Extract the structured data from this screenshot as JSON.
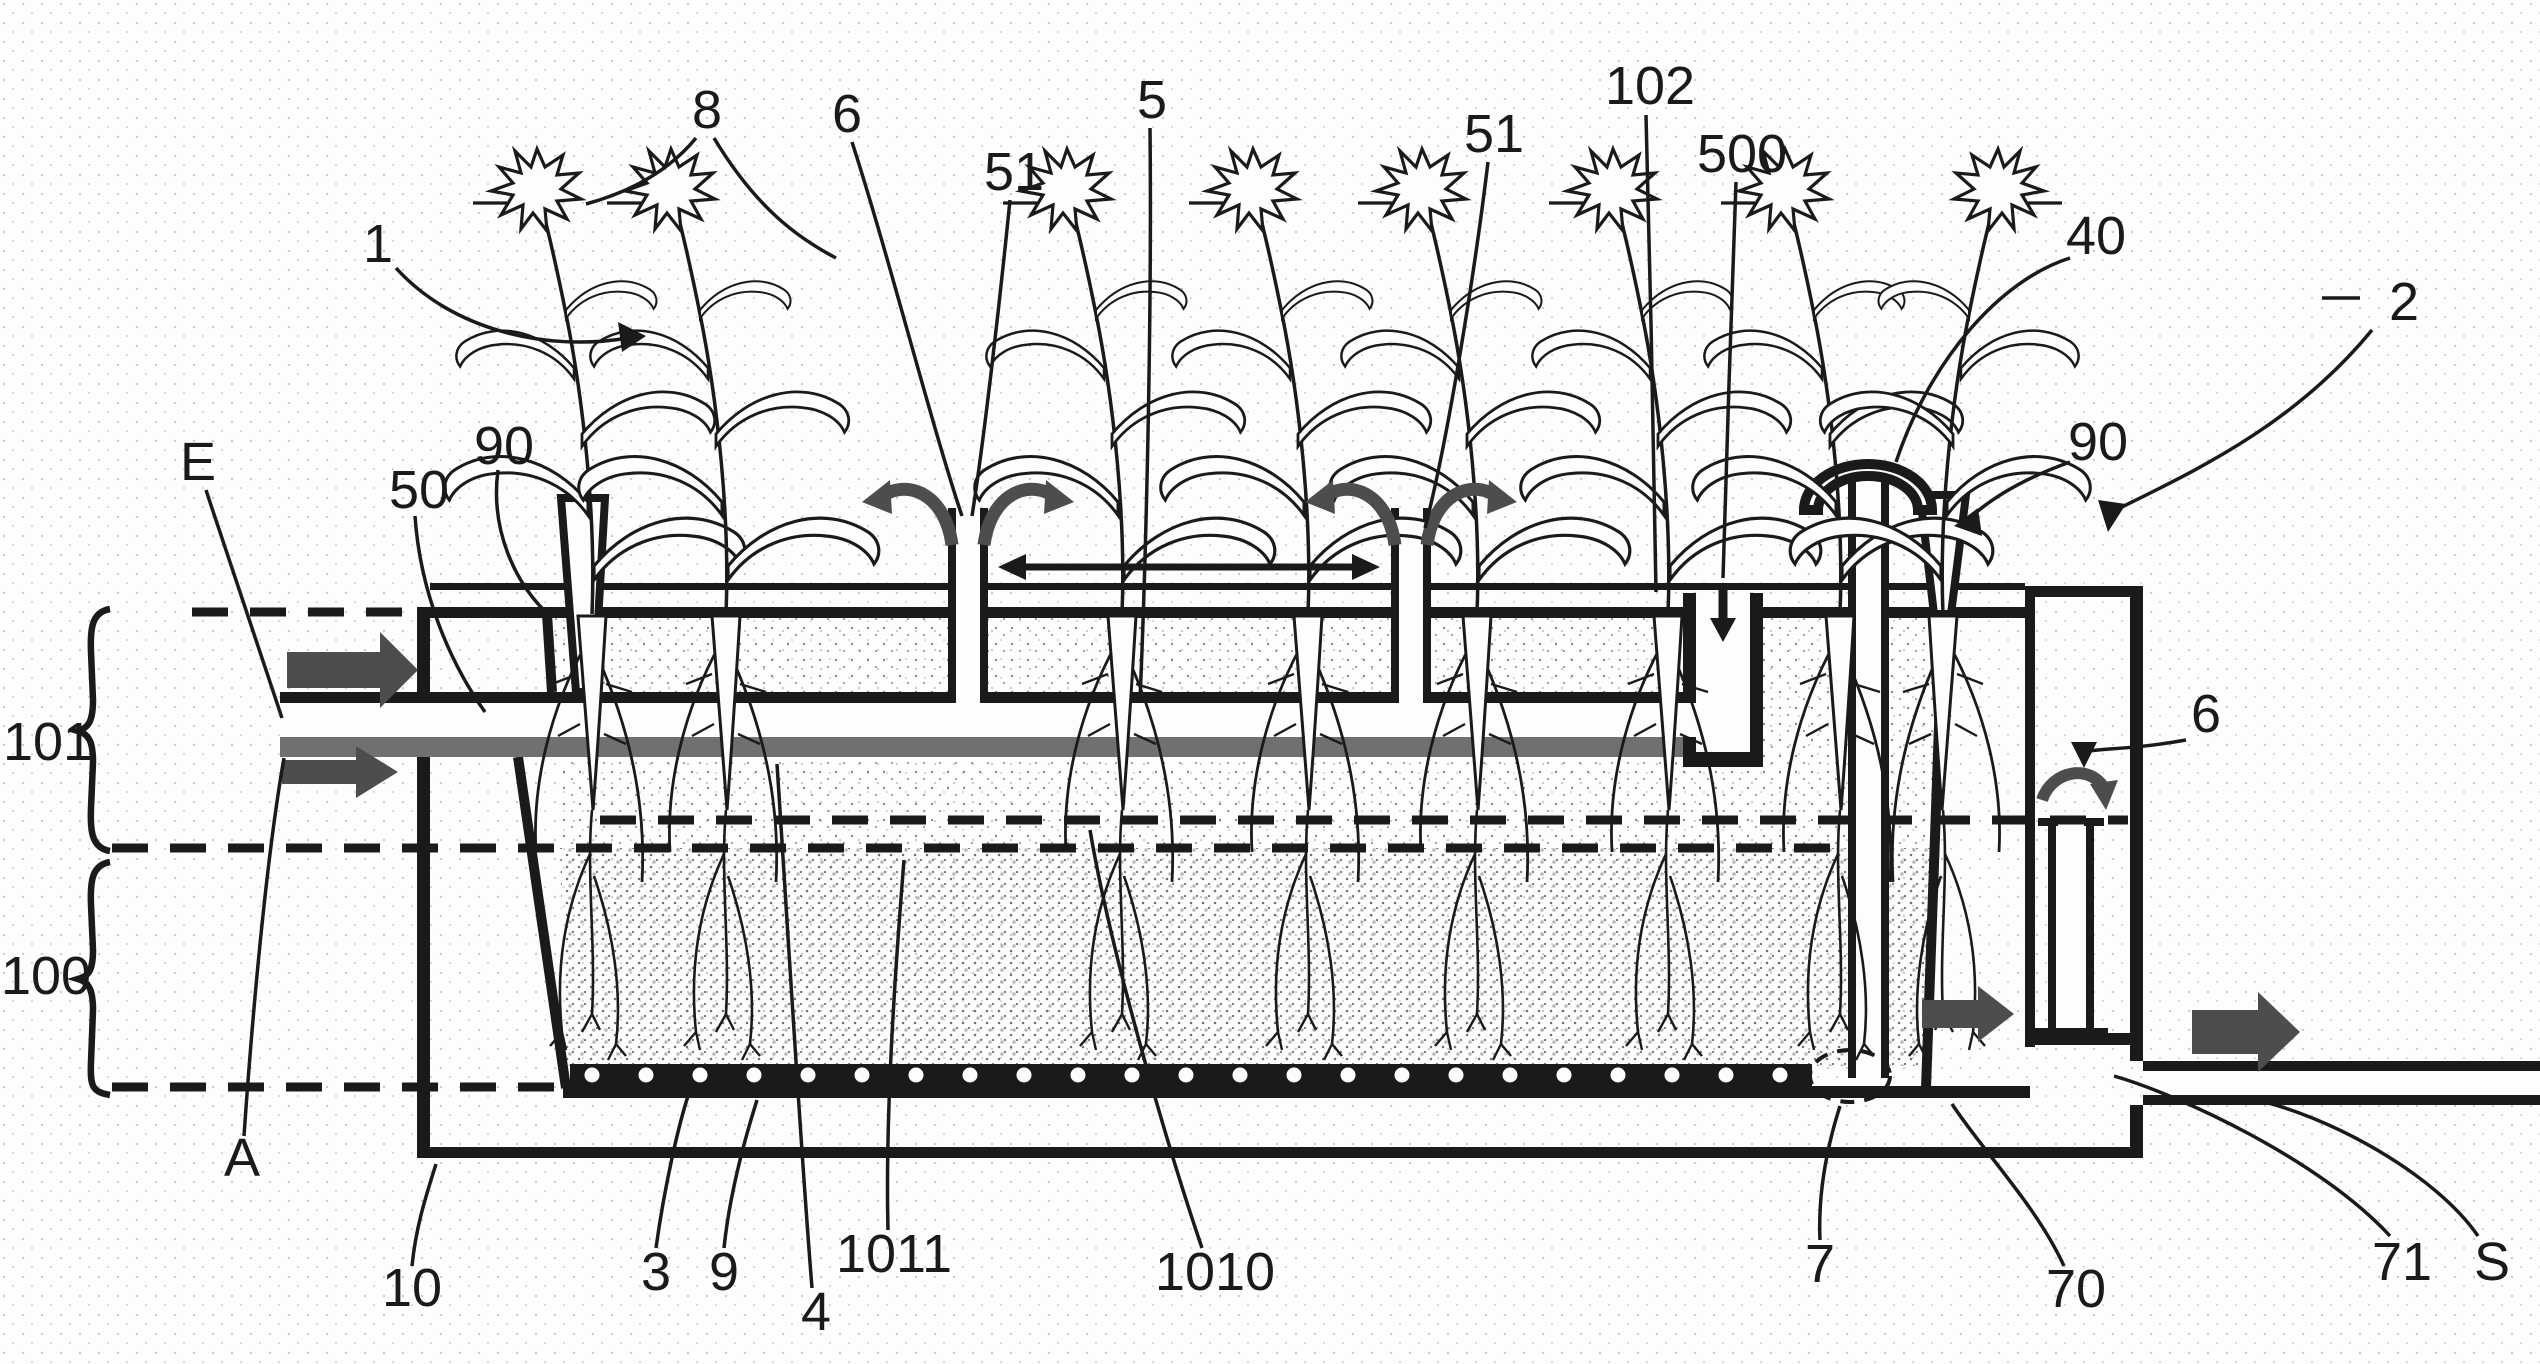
{
  "colors": {
    "ink": "#1a1a1a",
    "paper": "#fdfdfb",
    "halftone_dot": "#9a9a9a",
    "arrow": "#4d4d4d",
    "pipe_shade": "#707070"
  },
  "refs": {
    "n1": "1",
    "nE": "E",
    "n101": "101",
    "n100": "100",
    "nA": "A",
    "n10": "10",
    "n50": "50",
    "n90L": "90",
    "n8": "8",
    "n6T": "6",
    "n51L": "51",
    "n5": "5",
    "n51R": "51",
    "n102": "102",
    "n500": "500",
    "n40": "40",
    "n90R": "90",
    "n2": "2",
    "n6R": "6",
    "n3": "3",
    "n9": "9",
    "n4": "4",
    "n1011": "1011",
    "n1010": "1010",
    "n7": "7",
    "n70": "70",
    "n71": "71",
    "nS": "S"
  }
}
